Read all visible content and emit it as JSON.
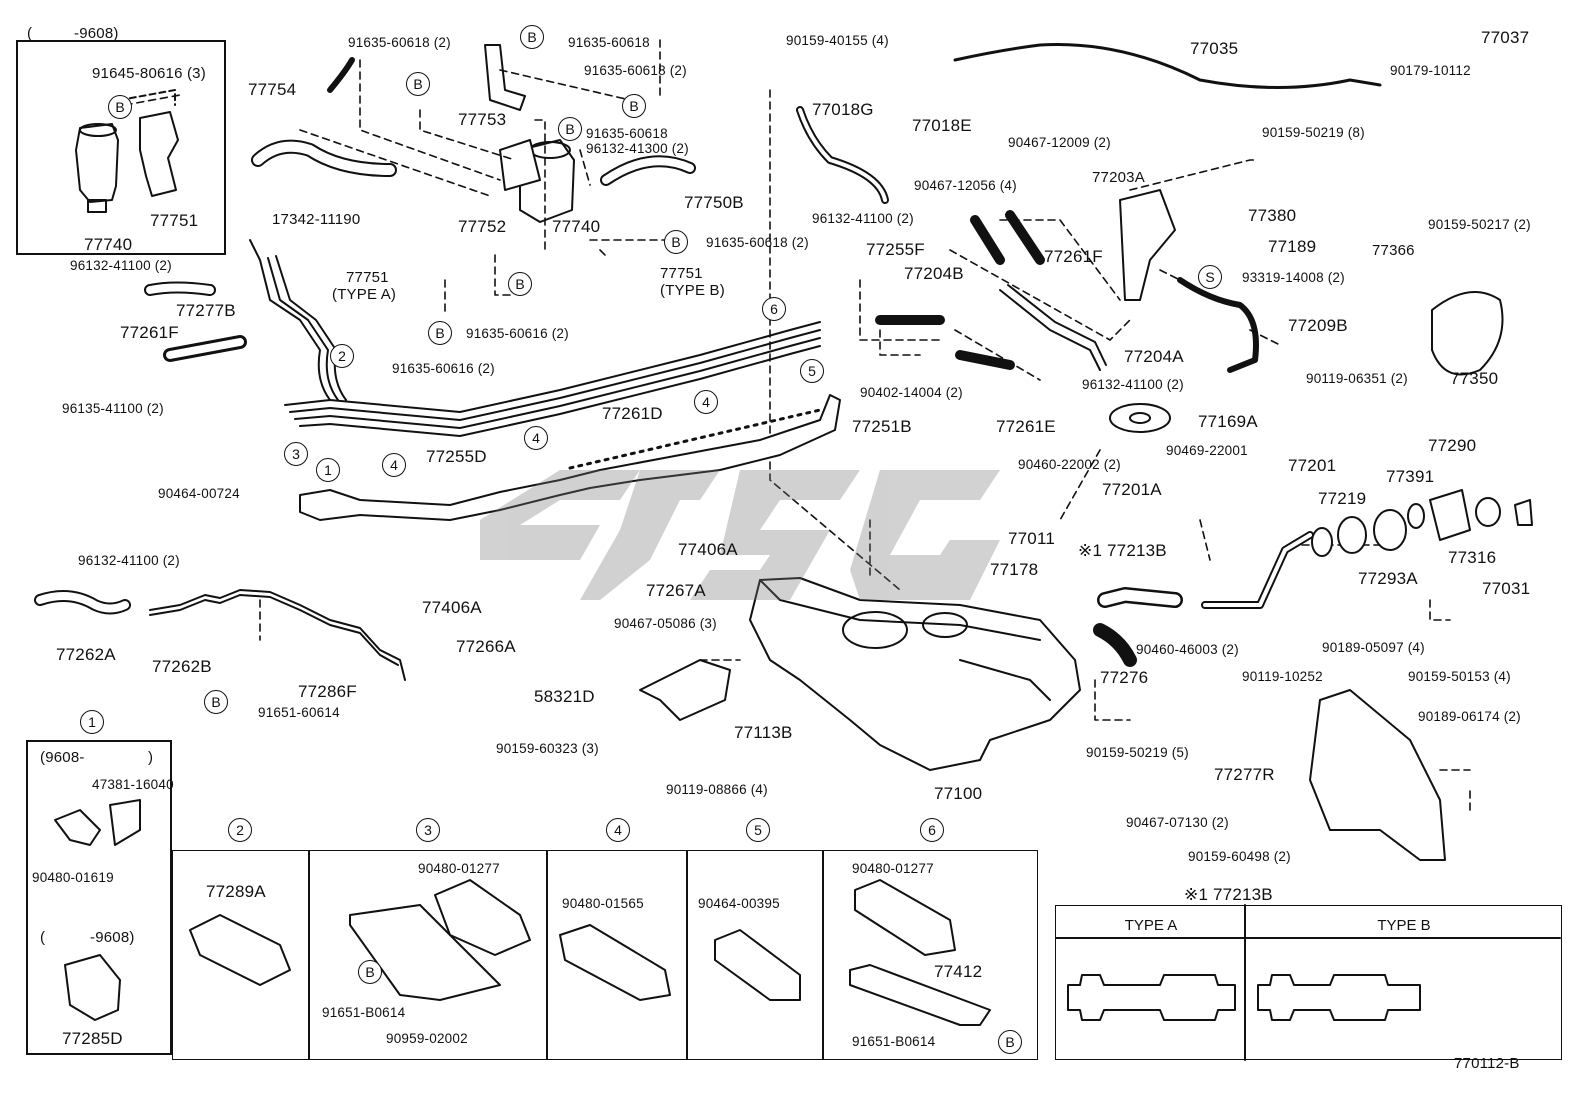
{
  "diagram": {
    "parts": [
      "(",
      "-9608)",
      "91645-80616 (3)",
      "77740",
      "77751",
      "91635-60618 (2)",
      "91635-60618",
      "91635-60618 (2)",
      "91635-60618",
      "96132-41300 (2)",
      "77754",
      "77753",
      "17342-11190",
      "77752",
      "77740",
      "77750B",
      "77751",
      "(TYPE A)",
      "91635-60616 (2)",
      "91635-60616 (2)",
      "91635-60618 (2)",
      "77751",
      "(TYPE B)",
      "90159-40155 (4)",
      "77018G",
      "77018E",
      "77035",
      "90467-12009 (2)",
      "77037",
      "90179-10112",
      "90159-50219 (8)",
      "90467-12056 (4)",
      "77203A",
      "77380",
      "77189",
      "93319-14008 (2)",
      "96132-41100 (2)",
      "77255F",
      "77204B",
      "77261F",
      "77366",
      "90159-50217 (2)",
      "77209B",
      "77204A",
      "96132-41100 (2)",
      "90119-06351 (2)",
      "77350",
      "90402-14004 (2)",
      "77251B",
      "77261E",
      "77169A",
      "96132-41100 (2)",
      "77277B",
      "77261F",
      "96135-41100 (2)",
      "90464-00724",
      "77255D",
      "77261D",
      "90460-22002 (2)",
      "90469-22001",
      "77201A",
      "77201",
      "77219",
      "77391",
      "77290",
      "77011",
      "77178",
      "※1 77213B",
      "77316",
      "77293A",
      "77031",
      "77406A",
      "77267A",
      "77406A",
      "77266A",
      "96132-41100 (2)",
      "77262A",
      "77262B",
      "77286F",
      "91651-60614",
      "90467-05086 (3)",
      "58321D",
      "90159-60323 (3)",
      "77113B",
      "90119-08866 (4)",
      "77100",
      "77276",
      "90460-46003 (2)",
      "90119-10252",
      "90189-05097 (4)",
      "90159-50153 (4)",
      "90159-50219 (5)",
      "90189-06174 (2)",
      "77277R",
      "90467-07130 (2)",
      "90159-60498 (2)",
      "(9608-",
      ")",
      "47381-16040",
      "90480-01619",
      "(",
      "-9608)",
      "77285D",
      "77289A",
      "90480-01277",
      "91651-B0614",
      "90959-02002",
      "90480-01565",
      "90464-00395",
      "90480-01277",
      "77412",
      "91651-B0614",
      "※1 77213B",
      "TYPE A",
      "TYPE B",
      "770112-B"
    ],
    "callouts": [
      "1",
      "2",
      "3",
      "4",
      "5",
      "6",
      "B",
      "S"
    ]
  }
}
